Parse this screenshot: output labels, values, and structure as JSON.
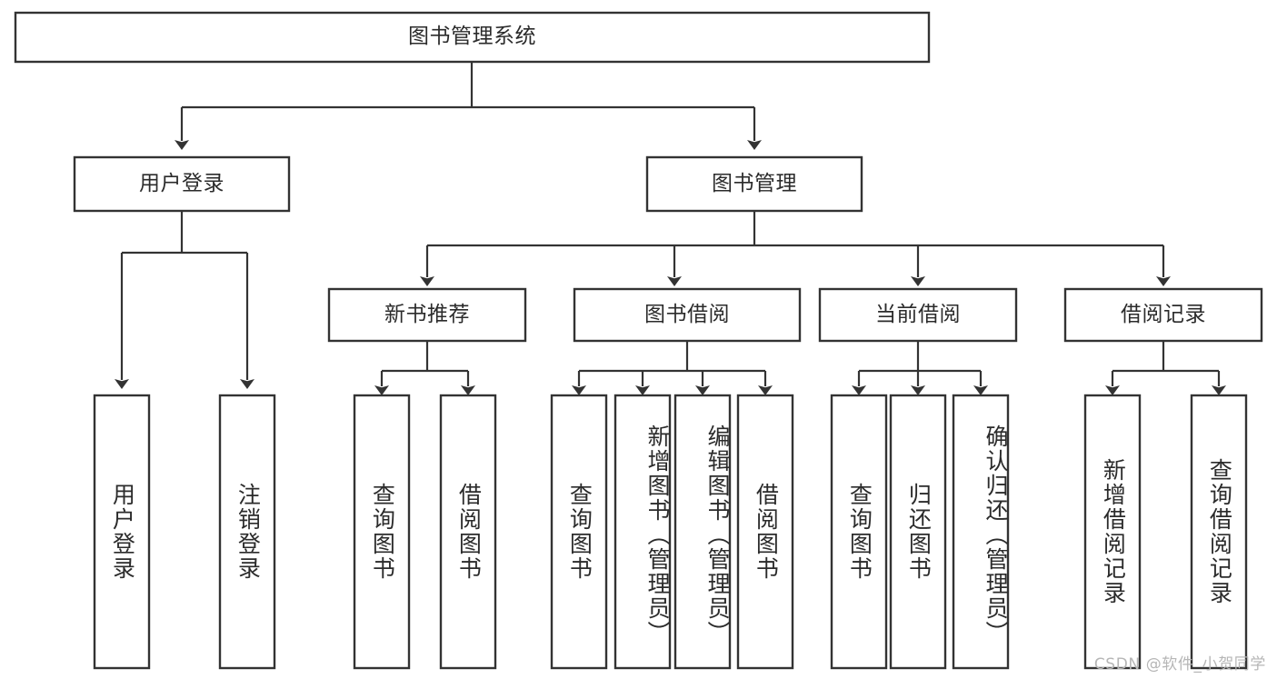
{
  "diagram": {
    "type": "tree",
    "title": "图书管理系统",
    "orientation": "top-down",
    "colors": {
      "box_stroke": "#333333",
      "box_fill": "#ffffff",
      "text": "#2b2b2b",
      "background": "#ffffff",
      "watermark": "#b6b6b6"
    },
    "root": {
      "label": "图书管理系统"
    },
    "level2": [
      {
        "label": "用户登录"
      },
      {
        "label": "图书管理"
      }
    ],
    "level3": [
      {
        "label": "新书推荐"
      },
      {
        "label": "图书借阅"
      },
      {
        "label": "当前借阅"
      },
      {
        "label": "借阅记录"
      }
    ],
    "leaves": {
      "user_login": [
        {
          "label": "用户登录"
        },
        {
          "label": "注销登录"
        }
      ],
      "new_book_recommend": [
        {
          "label": "查询图书"
        },
        {
          "label": "借阅图书"
        }
      ],
      "book_borrow": [
        {
          "label": "查询图书"
        },
        {
          "label": "新增图书（管理员）"
        },
        {
          "label": "编辑图书（管理员）"
        },
        {
          "label": "借阅图书"
        }
      ],
      "current_borrow": [
        {
          "label": "查询图书"
        },
        {
          "label": "归还图书"
        },
        {
          "label": "确认归还（管理员）"
        }
      ],
      "borrow_record": [
        {
          "label": "新增借阅记录"
        },
        {
          "label": "查询借阅记录"
        }
      ]
    },
    "watermark": "CSDN @软件_小贺同学"
  }
}
